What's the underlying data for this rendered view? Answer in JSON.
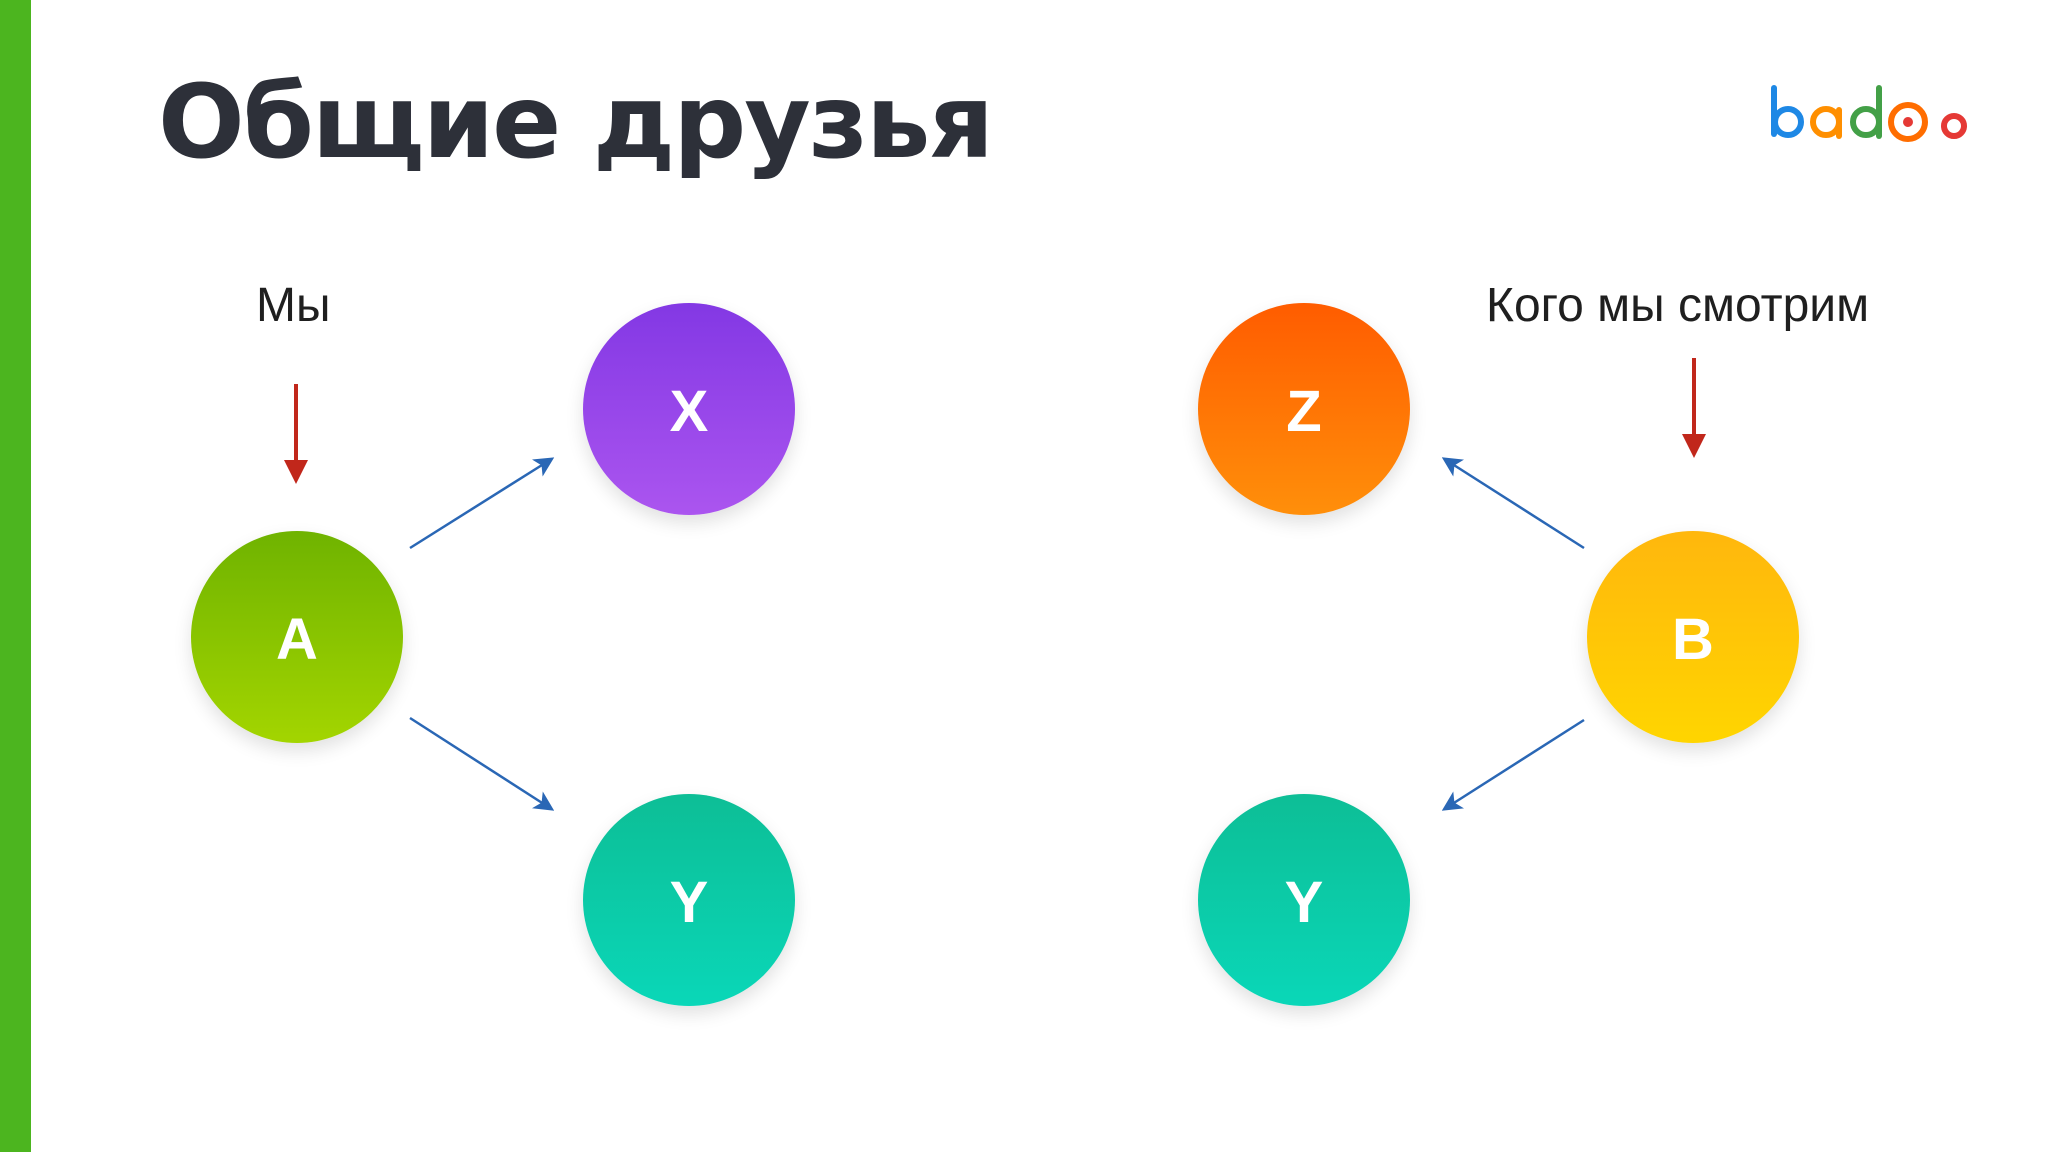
{
  "slide": {
    "title": "Общие друзья",
    "accent_color": "#4cb51f"
  },
  "logo": {
    "text": "badoo",
    "icon": "badoo-logo-icon"
  },
  "labels": {
    "we": "Мы",
    "target": "Кого мы смотрим"
  },
  "nodes": {
    "a": "A",
    "x": "X",
    "y_left": "Y",
    "z": "Z",
    "b": "B",
    "y_right": "Y"
  },
  "colors": {
    "a": "#8cc400",
    "x": "#9a47ea",
    "y": "#0bcba8",
    "z": "#ff7405",
    "b": "#ffc607",
    "pointer_arrow": "#c1271b",
    "edge_arrow": "#2a67b5"
  },
  "edges": [
    {
      "from": "A",
      "to": "X"
    },
    {
      "from": "A",
      "to": "Y"
    },
    {
      "from": "B",
      "to": "Z"
    },
    {
      "from": "B",
      "to": "Y"
    }
  ]
}
